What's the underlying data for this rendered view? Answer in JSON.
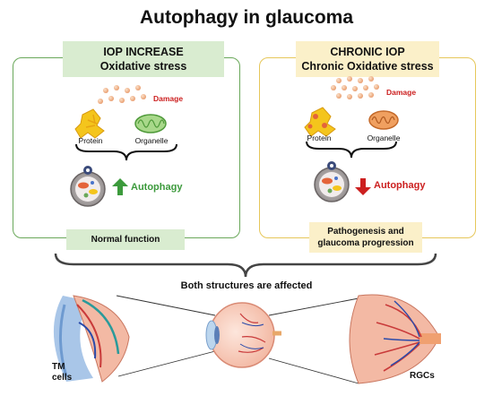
{
  "title": "Autophagy in glaucoma",
  "left_panel": {
    "header_line1": "IOP INCREASE",
    "header_line2": "Oxidative stress",
    "damage": "Damage",
    "protein": "Protein",
    "organelle": "Organelle",
    "autophagy": "Autophagy",
    "footer": "Normal function",
    "color": "#6aa85a",
    "autophagy_color": "#3c9a3c"
  },
  "right_panel": {
    "header_line1": "CHRONIC IOP",
    "header_line2": "Chronic Oxidative stress",
    "damage": "Damage",
    "protein": "Protein",
    "organelle": "Organelle",
    "autophagy": "Autophagy",
    "footer_line1": "Pathogenesis and",
    "footer_line2": "glaucoma progression",
    "color": "#e6c75a",
    "autophagy_color": "#cc2020"
  },
  "bottom": {
    "both_affected": "Both structures are affected",
    "tm_line1": "TM",
    "tm_line2": "cells",
    "rgc": "RGCs"
  },
  "icons": [
    "up-arrow-icon",
    "down-arrow-icon",
    "protein-icon",
    "mitochondrion-icon",
    "autophagosome-icon",
    "eye-icon"
  ]
}
